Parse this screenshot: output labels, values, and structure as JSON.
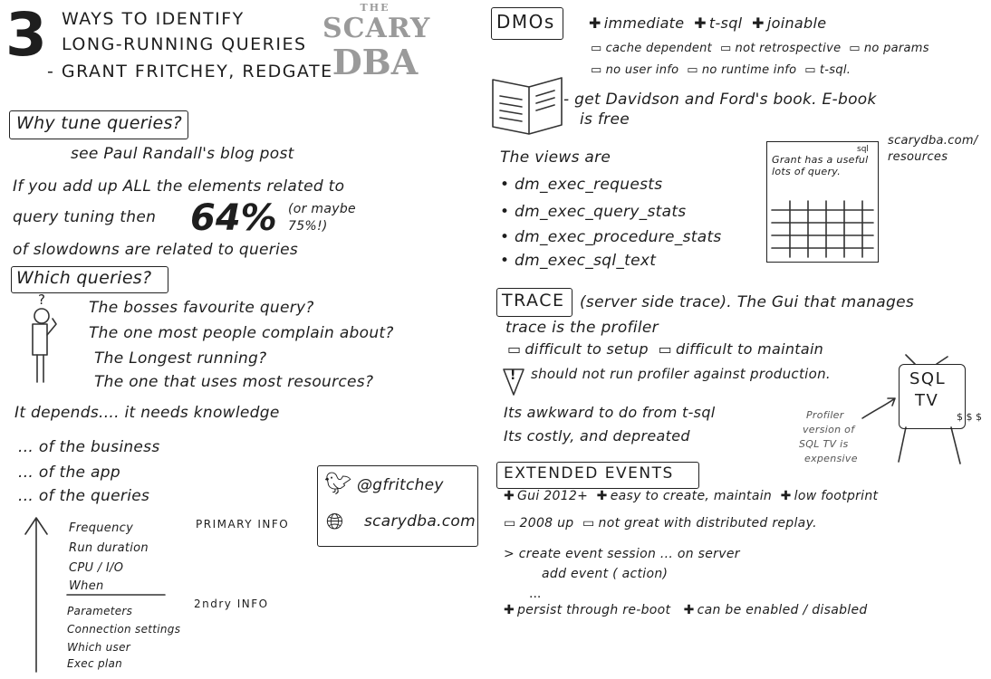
{
  "header": {
    "big_number": "3",
    "title_line1": "WAYS TO IDENTIFY",
    "title_line2": "LONG-RUNNING QUERIES",
    "title_line3": "- GRANT FRITCHEY, REDGATE",
    "logo_top": "THE",
    "logo_mid": "SCARY",
    "logo_bottom": "DBA"
  },
  "left": {
    "why_heading": "Why tune queries?",
    "see_line": "see Paul Randall's blog post",
    "stat_line1": "If you add up ALL the elements related to",
    "stat_line2": "query tuning then",
    "stat_big": "64%",
    "stat_maybe": "(or maybe 75%!)",
    "stat_line3": "of slowdowns are related to queries",
    "which_heading": "Which queries?",
    "question_mark": "?",
    "questions": [
      "The bosses favourite query?",
      "The one most people complain about?",
      "The Longest running?",
      "The one that uses most resources?"
    ],
    "depends_line": "It depends.... it needs knowledge",
    "knowledge": [
      "... of the business",
      "... of the app",
      "... of the queries"
    ],
    "primary_items": [
      "Frequency",
      "Run duration",
      "CPU / I/O",
      "When"
    ],
    "primary_label": "PRIMARY INFO",
    "secondary_items": [
      "Parameters",
      "Connection settings",
      "Which user",
      "Exec plan"
    ],
    "secondary_label": "2ndry INFO",
    "contact_twitter": "@gfritchey",
    "contact_web": "scarydba.com"
  },
  "right": {
    "dmo_heading": "DMOs",
    "dmo_pros": [
      "immediate",
      "t-sql",
      "joinable"
    ],
    "dmo_cons_row1": [
      "cache dependent",
      "not retrospective",
      "no params"
    ],
    "dmo_cons_row2": [
      "no user info",
      "no runtime info",
      "t-sql."
    ],
    "book_line1": "- get Davidson and Ford's book. E-book",
    "book_line2": "is free",
    "views_intro": "The views are",
    "views": [
      "dm_exec_requests",
      "dm_exec_query_stats",
      "dm_exec_procedure_stats",
      "dm_exec_sql_text"
    ],
    "sheet_text": "Grant has a useful lots of query.",
    "sheet_corner": "sql",
    "resources_line1": "scarydba.com/",
    "resources_line2": "resources",
    "trace_heading": "TRACE",
    "trace_line1": "(server side trace). The Gui that manages",
    "trace_line2": "trace is the profiler",
    "trace_cons": [
      "difficult to setup",
      "difficult to maintain"
    ],
    "trace_warning": "should not run profiler against production.",
    "trace_awkward": "Its awkward to do from t-sql",
    "trace_costly": "Its costly, and depreated",
    "tv_line1": "SQL",
    "tv_line2": "TV",
    "tv_money": "$ $ $",
    "profiler_note": [
      "Profiler",
      "version of",
      "SQL TV is",
      "expensive"
    ],
    "xe_heading": "EXTENDED EVENTS",
    "xe_pros": [
      "Gui 2012+",
      "easy to create, maintain",
      "low footprint"
    ],
    "xe_cons": [
      "2008 up",
      "not great with distributed replay."
    ],
    "xe_code1": "> create event session ... on server",
    "xe_code2": "add event (        action)",
    "xe_dots": "...",
    "xe_more_pros": [
      "persist through re-boot",
      "can be enabled / disabled"
    ]
  }
}
